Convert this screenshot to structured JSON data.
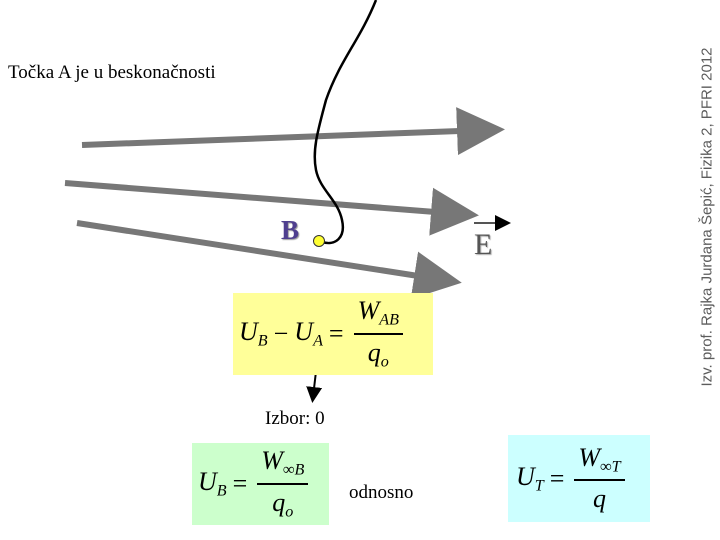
{
  "slide": {
    "title": "Točka A je u beskonačnosti",
    "credit": "Izv. prof. Rajka Jurdana Šepić, Fizika 2, PFRI 2012",
    "point_label": "B",
    "field_label": "E",
    "choice_text": "Izbor: 0",
    "connector_text": "odnosno"
  },
  "equations": {
    "main": {
      "lhs_a": "U",
      "lhs_a_sub": "B",
      "minus": "−",
      "lhs_b": "U",
      "lhs_b_sub": "A",
      "eq": "=",
      "num": "W",
      "num_sub": "AB",
      "den": "q",
      "den_sub": "o"
    },
    "infinity": {
      "lhs": "U",
      "lhs_sub": "B",
      "eq": "=",
      "num": "W",
      "num_sub": "∞B",
      "den": "q",
      "den_sub": "o"
    },
    "general": {
      "lhs": "U",
      "lhs_sub": "T",
      "eq": "=",
      "num": "W",
      "num_sub": "∞T",
      "den": "q"
    }
  },
  "colors": {
    "field_line": "#777777",
    "path": "#000000",
    "point_fill": "#ffff33",
    "box_main": "#ffff99",
    "box_infinity": "#ccffcc",
    "box_general": "#ccffff"
  }
}
